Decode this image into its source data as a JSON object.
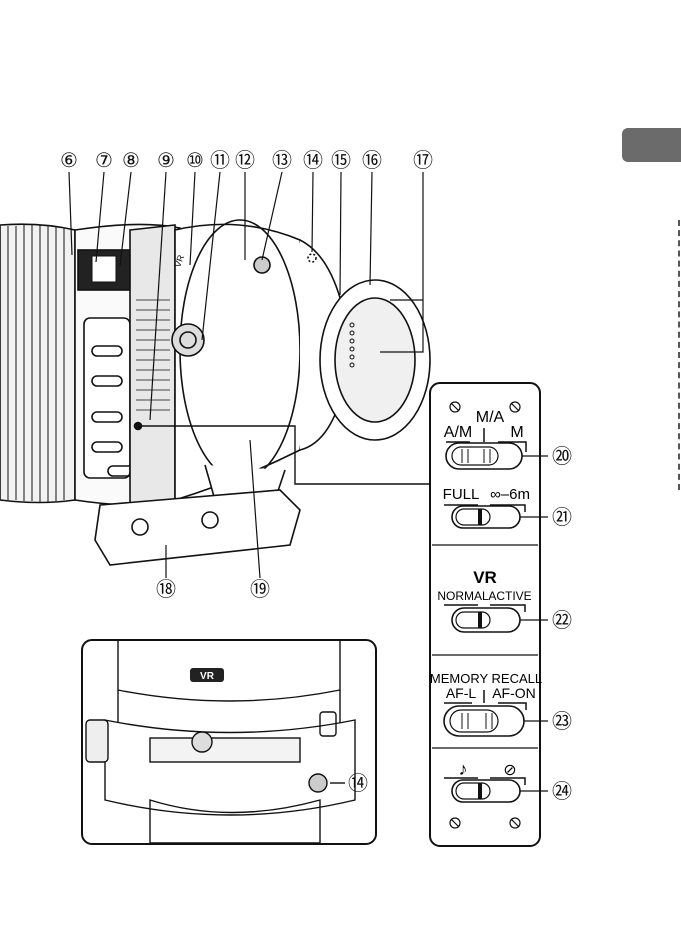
{
  "callouts_top": [
    "⑥",
    "⑦",
    "⑧",
    "⑨",
    "⑩",
    "⑪",
    "⑫",
    "⑬",
    "⑭",
    "⑮",
    "⑯",
    "⑰"
  ],
  "callouts_side": [
    "⑳",
    "㉑",
    "㉒",
    "㉓",
    "㉔"
  ],
  "callouts_bottom": [
    "⑱",
    "⑲"
  ],
  "callout_inset": "⑭",
  "switch_panel": {
    "focus_mode": {
      "left": "A/M",
      "center": "M/A",
      "right": "M"
    },
    "focus_limit": {
      "left": "FULL",
      "right": "∞–6m"
    },
    "vr_title": "VR",
    "vr_mode": {
      "left": "NORMAL",
      "right": "ACTIVE"
    },
    "memory_recall_title": "MEMORY RECALL",
    "memory_recall": {
      "left": "AF-L",
      "right": "AF-ON"
    },
    "sound": {
      "left": "♪",
      "right": "⊘"
    }
  },
  "lens_markings": {
    "vr": "VR",
    "small_vr": "VR"
  },
  "colors": {
    "tab": "#6b6b6b",
    "panel_fill": "#ffffff",
    "ink": "#111111"
  }
}
